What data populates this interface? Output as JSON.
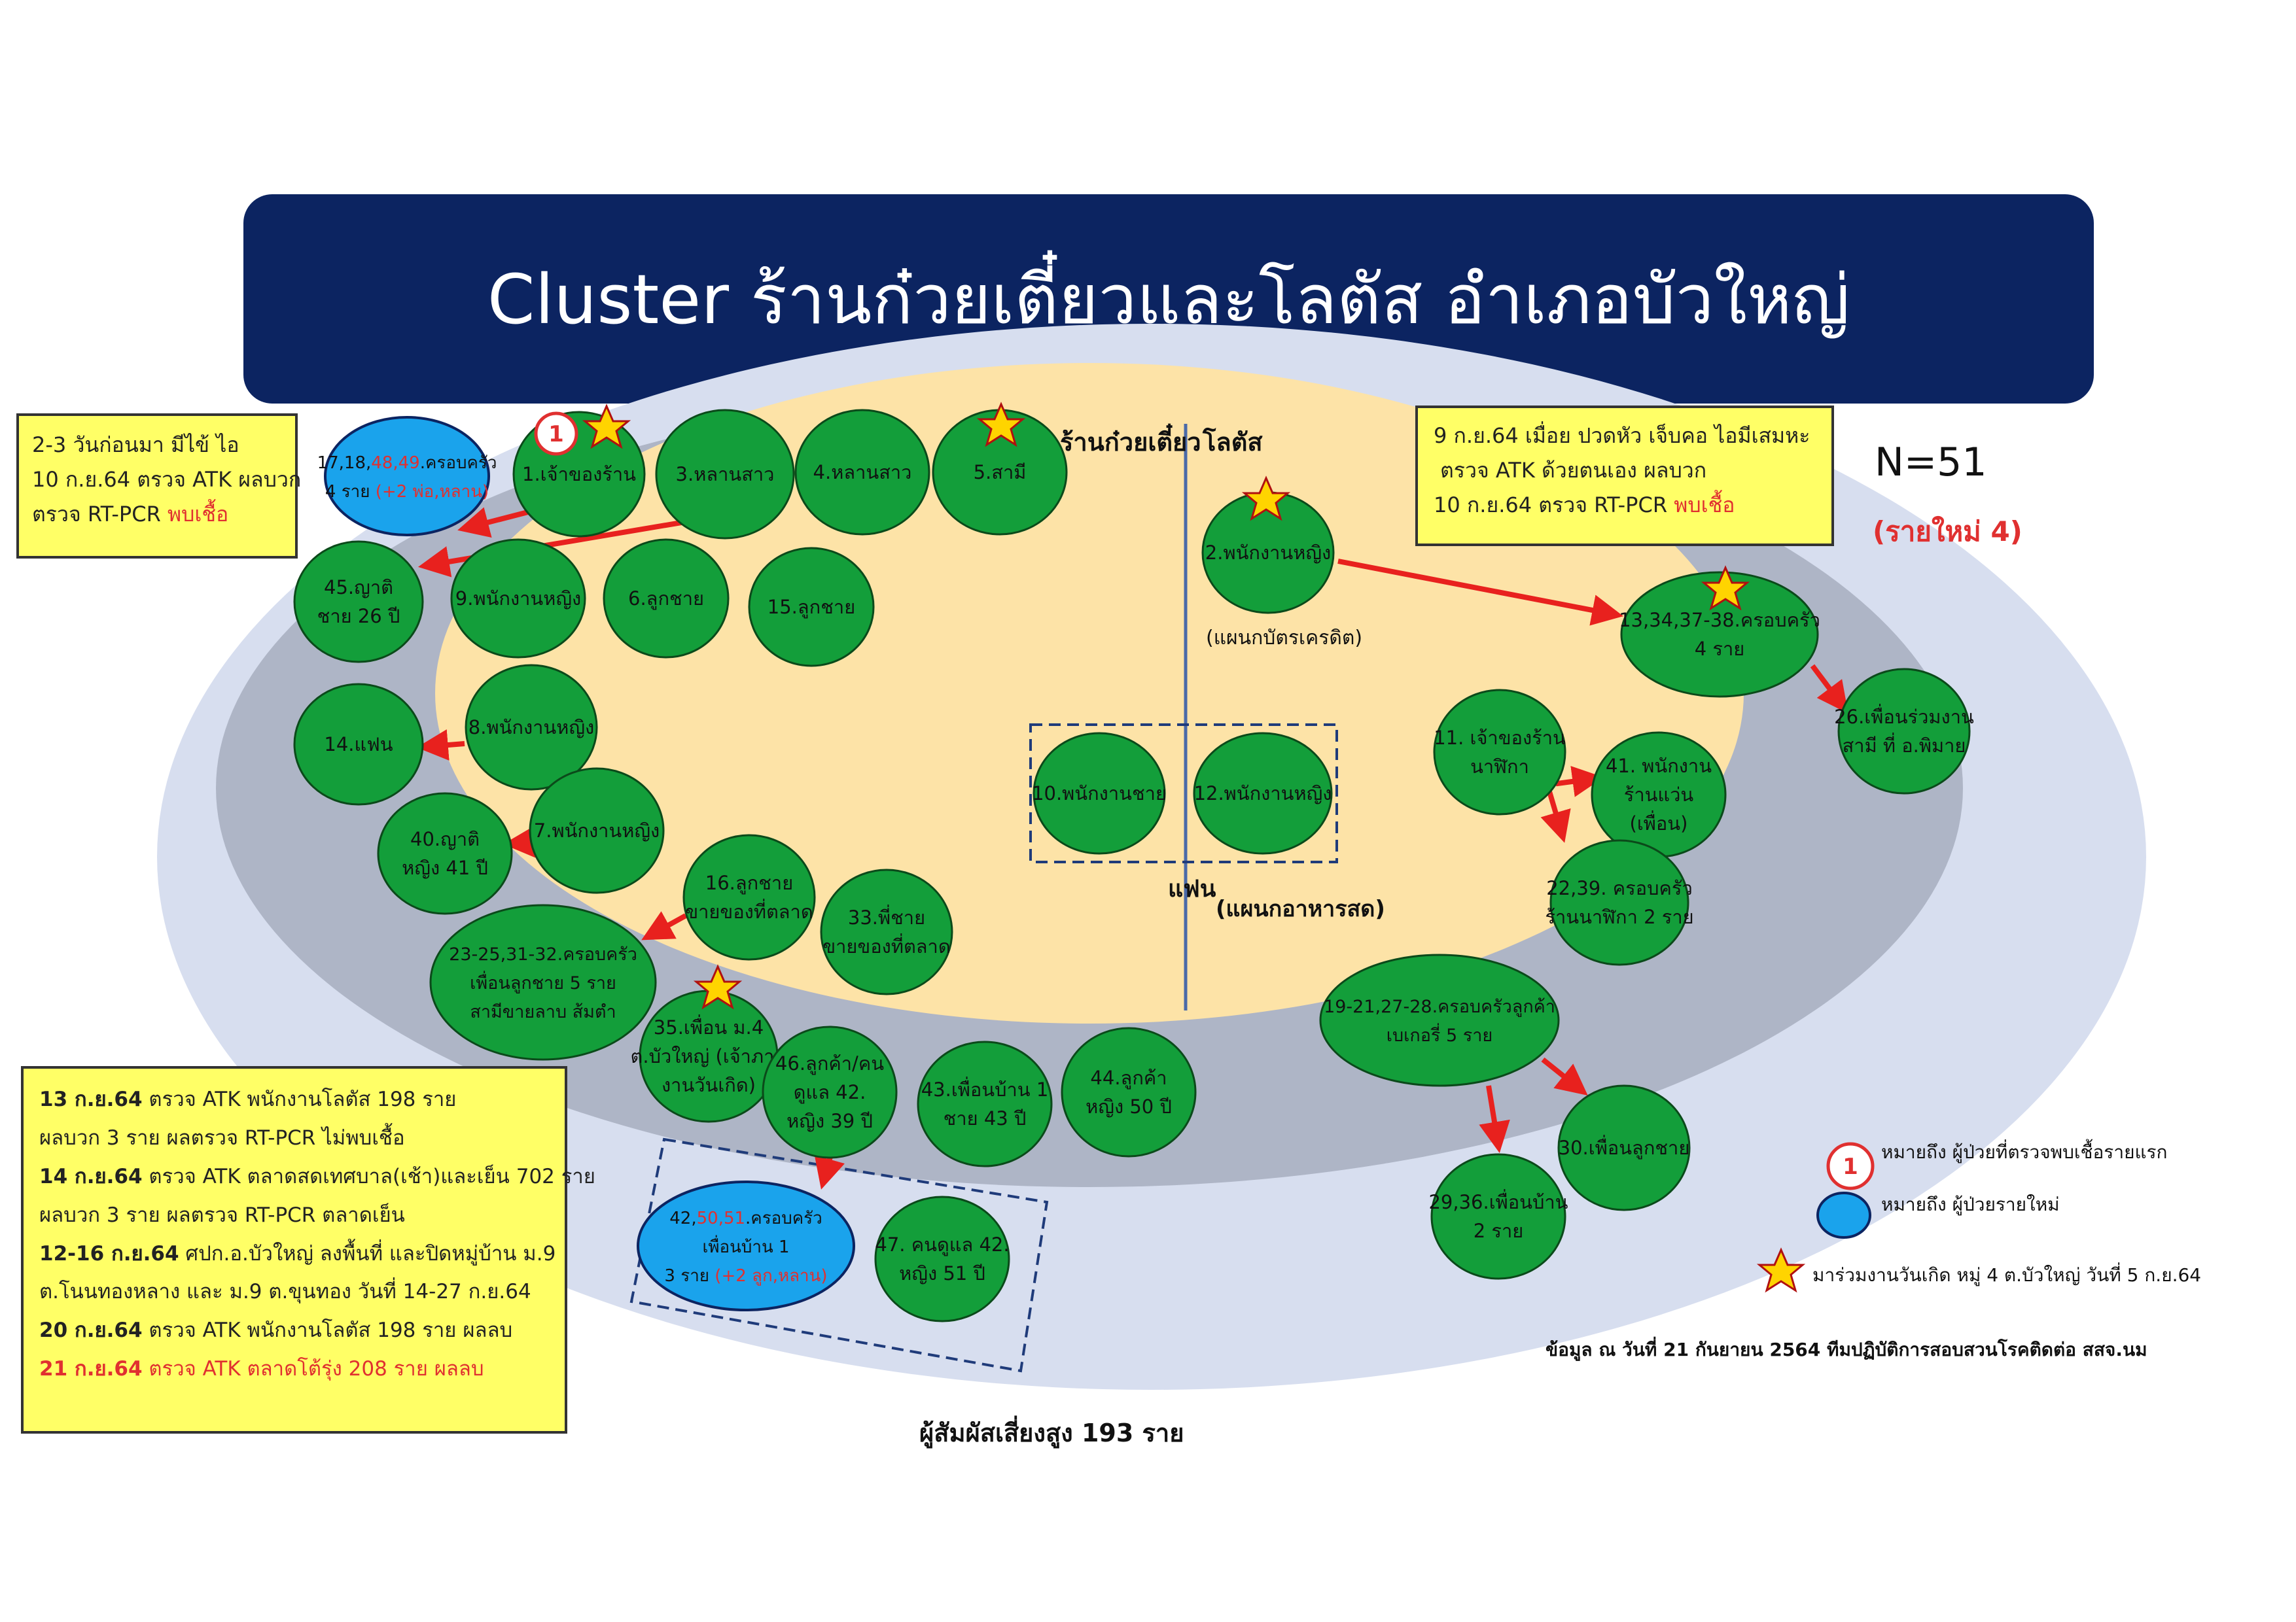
{
  "title": "Cluster ร้านก๋วยเตี๋ยวและโลตัส อำเภอบัวใหญ่",
  "zones": {
    "left": "ร้านก๋วยเตี๋ยว",
    "right": "โลตัส",
    "couple": "แฟน",
    "fresh_food": "(แผนกอาหารสด)",
    "credit_card": "(แผนกบัตรเครดิต)"
  },
  "totals": {
    "n": "N=51",
    "new_cases": "(รายใหม่ 4)",
    "high_risk": "ผู้สัมผัสเสี่ยงสูง 193 ราย"
  },
  "source_note": "ข้อมูล ณ วันที่ 21 กันยายน 2564 ทีมปฏิบัติการสอบสวนโรคติดต่อ สสจ.นม",
  "legend": {
    "first_case_number": "1",
    "first_case": "หมายถึง ผู้ป่วยที่ตรวจพบเชื้อรายแรก",
    "new_case": "หมายถึง ผู้ป่วยรายใหม่",
    "birthday_party": "มาร่วมงานวันเกิด หมู่ 4 ต.บัวใหญ่ วันที่ 5 ก.ย.64"
  },
  "note_top_left": {
    "line1": "2-3 วันก่อนมา มีไข้ ไอ",
    "line2": "10 ก.ย.64 ตรวจ ATK ผลบวก",
    "line3a": "ตรวจ RT-PCR ",
    "line3b": "พบเชื้อ"
  },
  "note_top_right": {
    "line1": "9 ก.ย.64 เมื่อย ปวดหัว เจ็บคอ ไอมีเสมหะ",
    "line2": "ตรวจ ATK ด้วยตนเอง ผลบวก",
    "line3a": "10 ก.ย.64 ตรวจ RT-PCR ",
    "line3b": "พบเชื้อ"
  },
  "note_bottom_left": [
    {
      "date": "13 ก.ย.64",
      "text": " ตรวจ ATK พนักงานโลตัส 198 ราย"
    },
    {
      "date": "",
      "text": "ผลบวก 3 ราย ผลตรวจ RT-PCR ไม่พบเชื้อ"
    },
    {
      "date": "14 ก.ย.64",
      "text": " ตรวจ ATK ตลาดสดเทศบาล(เช้า)และเย็น 702 ราย"
    },
    {
      "date": "",
      "text": "ผลบวก 3 ราย ผลตรวจ RT-PCR ตลาดเย็น"
    },
    {
      "date": "12-16 ก.ย.64",
      "text": " ศปก.อ.บัวใหญ่ ลงพื้นที่ และปิดหมู่บ้าน ม.9"
    },
    {
      "date": "",
      "text": "ต.โนนทองหลาง และ ม.9 ต.ขุนทอง วันที่ 14-27 ก.ย.64"
    },
    {
      "date": "20 ก.ย.64",
      "text": " ตรวจ ATK พนักงานโลตัส 198 ราย ผลลบ"
    },
    {
      "date": "21 ก.ย.64",
      "text": " ตรวจ ATK ตลาดโต้รุ่ง 208 ราย ผลลบ"
    }
  ],
  "nodes": [
    {
      "id": "n1",
      "l1": "1.เจ้าของร้าน",
      "l2": ""
    },
    {
      "id": "n3",
      "l1": "3.หลานสาว",
      "l2": ""
    },
    {
      "id": "n4",
      "l1": "4.หลานสาว",
      "l2": ""
    },
    {
      "id": "n5",
      "l1": "5.สามี",
      "l2": ""
    },
    {
      "id": "n9",
      "l1": "9.พนักงานหญิง",
      "l2": ""
    },
    {
      "id": "n6",
      "l1": "6.ลูกชาย",
      "l2": ""
    },
    {
      "id": "n15",
      "l1": "15.ลูกชาย",
      "l2": ""
    },
    {
      "id": "n45",
      "l1": "45.ญาติ",
      "l2": "ชาย 26 ปี"
    },
    {
      "id": "n14",
      "l1": "14.แฟน",
      "l2": ""
    },
    {
      "id": "n8",
      "l1": "8.พนักงานหญิง",
      "l2": ""
    },
    {
      "id": "n7",
      "l1": "7.พนักงานหญิง",
      "l2": ""
    },
    {
      "id": "n40",
      "l1": "40.ญาติ",
      "l2": "หญิง 41 ปี"
    },
    {
      "id": "n16",
      "l1": "16.ลูกชาย",
      "l2": "ขายของที่ตลาด"
    },
    {
      "id": "n33",
      "l1": "33.พี่ชาย",
      "l2": "ขายของที่ตลาด"
    },
    {
      "id": "n23",
      "l1": "23-25,31-32.ครอบครัว",
      "l2": "เพื่อนลูกชาย 5 ราย",
      "l3": "สามีขายลาบ ส้มตำ"
    },
    {
      "id": "n35",
      "l1": "35.เพื่อน ม.4",
      "l2": "ต.บัวใหญ่ (เจ้าภาพ",
      "l3": "งานวันเกิด)"
    },
    {
      "id": "n46",
      "l1": "46.ลูกค้า/คน",
      "l2": "ดูแล 42.",
      "l3": "หญิง 39 ปี"
    },
    {
      "id": "n43",
      "l1": "43.เพื่อนบ้าน 1",
      "l2": "ชาย 43 ปี"
    },
    {
      "id": "n44",
      "l1": "44.ลูกค้า",
      "l2": "หญิง 50 ปี"
    },
    {
      "id": "n47",
      "l1": "47. คนดูแล 42.",
      "l2": "หญิง 51 ปี"
    },
    {
      "id": "n10",
      "l1": "10.พนักงานชาย",
      "l2": ""
    },
    {
      "id": "n12",
      "l1": "12.พนักงานหญิง",
      "l2": ""
    },
    {
      "id": "n2",
      "l1": "2.พนักงานหญิง",
      "l2": ""
    },
    {
      "id": "n13",
      "l1": "13,34,37-38.ครอบครัว",
      "l2": "4 ราย"
    },
    {
      "id": "n26",
      "l1": "26.เพื่อนร่วมงาน",
      "l2": "สามี ที่ อ.พิมาย"
    },
    {
      "id": "n11",
      "l1": "11. เจ้าของร้าน",
      "l2": "นาฬิกา"
    },
    {
      "id": "n41",
      "l1": "41. พนักงาน",
      "l2": "ร้านแว่น",
      "l3": "(เพื่อน)"
    },
    {
      "id": "n22",
      "l1": "22,39. ครอบครัว",
      "l2": "ร้านนาฬิกา 2 ราย"
    },
    {
      "id": "n19",
      "l1": "19-21,27-28.ครอบครัวลูกค้า",
      "l2": "เบเกอรี่ 5 ราย"
    },
    {
      "id": "n30",
      "l1": "30.เพื่อนลูกชาย",
      "l2": ""
    },
    {
      "id": "n29",
      "l1": "29,36.เพื่อนบ้าน",
      "l2": "2 ราย"
    }
  ],
  "blue_nodes": [
    {
      "id": "b17",
      "l1a": "17,18,",
      "l1b": "48,49",
      "l1c": ".ครอบครัว",
      "l2a": "4 ราย ",
      "l2b": "(+2 พ่อ,หลาน)"
    },
    {
      "id": "b42",
      "l1a": "42,",
      "l1b": "50,51",
      "l1c": ".ครอบครัว",
      "l2a": "เพื่อนบ้าน 1",
      "l2b": "",
      "l3a": "3 ราย ",
      "l3b": "(+2 ลูก,หลาน)"
    }
  ],
  "colors": {
    "title_bg": "#0c2461",
    "outer_ring": "#d7deef",
    "mid_ring": "#aeb5c6",
    "inner_zone": "#fde3a7",
    "node_green": "#139e3a",
    "node_blue": "#1aa3ec",
    "arrow_red": "#e8211e",
    "note_yellow": "#ffff66",
    "star": "#ffd400"
  }
}
